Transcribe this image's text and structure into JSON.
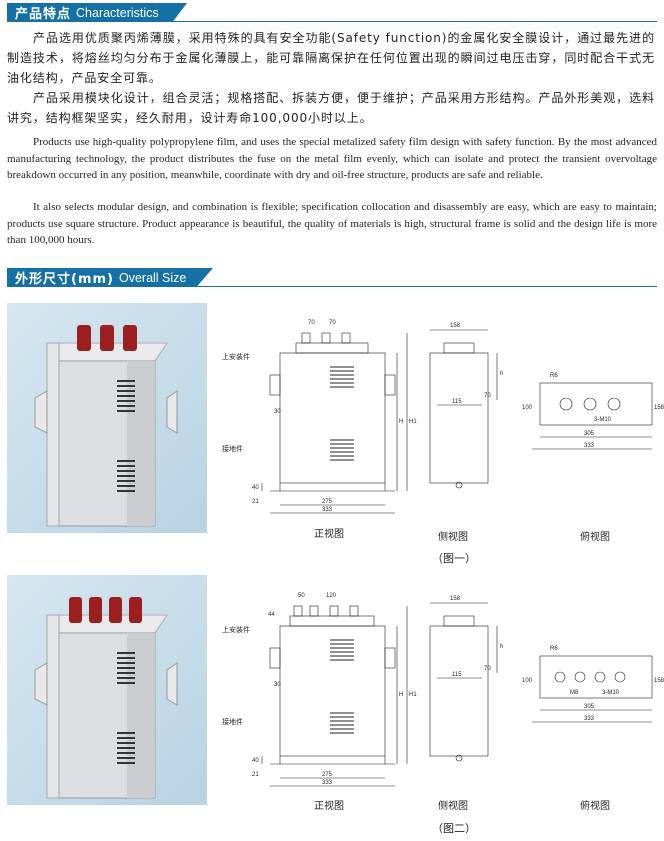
{
  "section1": {
    "title_zh": "产品特点",
    "title_en": "Characteristics"
  },
  "para_zh_1": "产品选用优质聚丙烯薄膜，采用特殊的具有安全功能(Safety function)的金属化安全膜设计，通过最先进的制造技术，将熔丝均匀分布于金属化薄膜上，能可靠隔离保护在任何位置出现的瞬间过电压击穿，同时配合干式无油化结构，产品安全可靠。",
  "para_zh_2": "产品采用模块化设计，组合灵活；规格搭配、拆装方便，便于维护；产品采用方形结构。产品外形美观，选料讲究，结构框架坚实，经久耐用，设计寿命100,000小时以上。",
  "para_en_1": "Products use high-quality polypropylene film, and uses the special metalized safety film design with safety function. By the most advanced manufacturing technology, the product distributes the fuse on the metal film evenly, which can isolate and protect the transient overvoltage breakdown occurred in any position, meanwhile, coordinate with dry and oil-free structure, products are safe and reliable.",
  "para_en_2": "It also selects modular design, and combination is flexible; specification collocation and disassembly are easy, which are easy to maintain; products use square structure. Product appearance is beautiful, the quality of materials is high, structural frame is solid and the design life is more than 100,000 hours.",
  "section2": {
    "title_zh": "外形尺寸(mm)",
    "title_en": "Overall Size"
  },
  "labels": {
    "top_mount": "上安装件",
    "ground": "接地件",
    "front": "正视图",
    "side": "侧视图",
    "top": "俯视图",
    "fig1": "（图一）",
    "fig2": "（图二）",
    "H": "H",
    "H1": "H1",
    "dim_h": "h"
  },
  "fig1_dims": {
    "pitch1": "70",
    "pitch2": "70",
    "w30": "30",
    "w275": "275",
    "w333": "333",
    "h40": "40",
    "h21": "21",
    "side_w": "158",
    "side_h70": "70",
    "side_w115": "115",
    "top_r": "R6",
    "top_100": "100",
    "top_158": "158",
    "top_305": "305",
    "top_333": "333",
    "top_m": "3-M10"
  },
  "fig2_dims": {
    "pitch1": "50",
    "pitch2": "120",
    "h44": "44",
    "w30": "30",
    "w275": "275",
    "w333": "333",
    "h40": "40",
    "h21": "21",
    "side_w": "158",
    "side_h70": "70",
    "side_w115": "115",
    "top_r": "R6",
    "top_100": "100",
    "top_158": "158",
    "top_305": "305",
    "top_333": "333",
    "top_m8": "M8",
    "top_m": "3-M10"
  }
}
